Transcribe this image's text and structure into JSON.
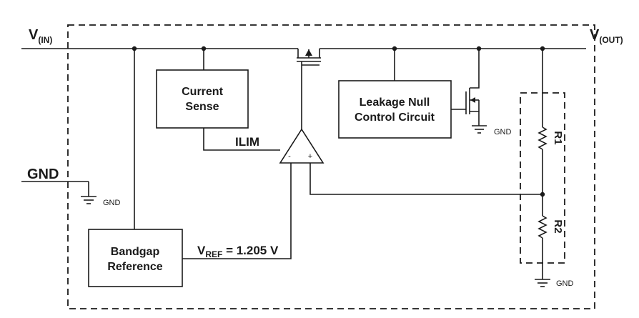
{
  "pins": {
    "vin": {
      "main": "V",
      "sub": "(IN)"
    },
    "vout": {
      "main": "V",
      "sub": "(OUT)"
    },
    "gnd": "GND"
  },
  "blocks": {
    "current_sense": [
      "Current",
      "Sense"
    ],
    "leakage_null": [
      "Leakage Null",
      "Control Circuit"
    ],
    "bandgap": [
      "Bandgap",
      "Reference"
    ]
  },
  "signals": {
    "ilim": "ILIM",
    "vref": {
      "main": "V",
      "sub": "REF",
      "rest": " = 1.205 V"
    }
  },
  "amp": {
    "minus": "-",
    "plus": "+"
  },
  "resistors": {
    "r1": "R1",
    "r2": "R2"
  },
  "ground_labels": {
    "internal": "GND",
    "leakage": "GND",
    "output": "GND"
  }
}
